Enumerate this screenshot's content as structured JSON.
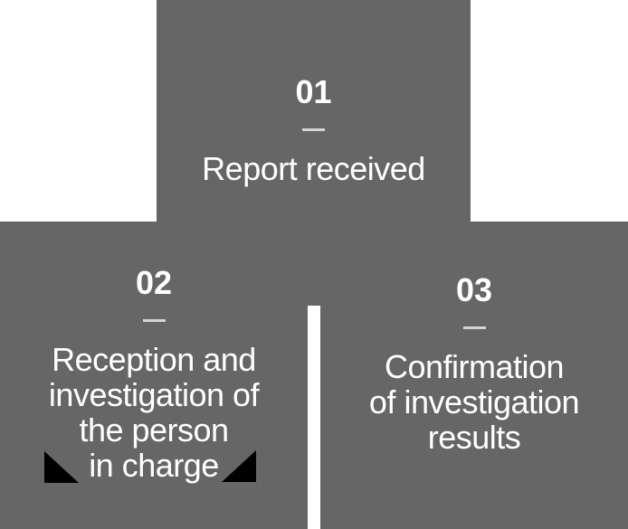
{
  "diagram": {
    "steps": [
      {
        "number": "01",
        "label": "Report received"
      },
      {
        "number": "02",
        "label": "Reception and\ninvestigation of\nthe person\nin charge"
      },
      {
        "number": "03",
        "label": "Confirmation\nof investigation\nresults"
      }
    ]
  },
  "icons": {
    "triangle_left": "◣",
    "triangle_right": "◢"
  },
  "colors": {
    "panel_gray": "#666666",
    "label_white": "#ffffff",
    "number_divider_gray": "#d4d4d4",
    "triangle_black": "#000000",
    "page_background": "#ffffff"
  }
}
